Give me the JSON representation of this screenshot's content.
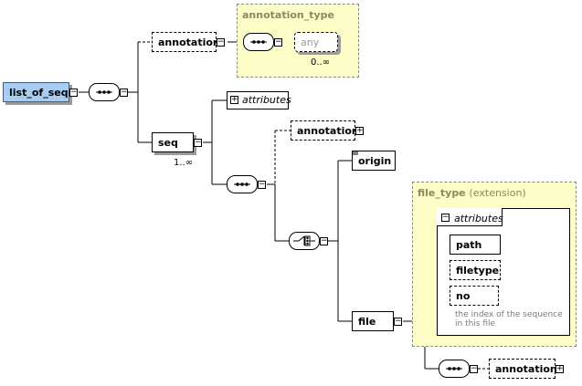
{
  "nodes": {
    "root": "list_of_seqs",
    "annotation_top": "annotation",
    "annotation_type_title": "annotation_type",
    "any": "any",
    "any_occurrence": "0..∞",
    "attributes_root": "attributes",
    "seq": "seq",
    "seq_occurrence": "1..∞",
    "annotation_seq": "annotation",
    "origin": "origin",
    "file": "file",
    "file_type_name": "file_type",
    "file_type_extension": "(extension)",
    "file_attributes": "attributes",
    "attr_path": "path",
    "attr_filetype": "filetype",
    "attr_no": "no",
    "attr_no_doc": "the index of the sequence in this file",
    "annotation_file": "annotation"
  },
  "colors": {
    "selected": "#a9cdf0",
    "type_box": "#fdfdc8"
  }
}
